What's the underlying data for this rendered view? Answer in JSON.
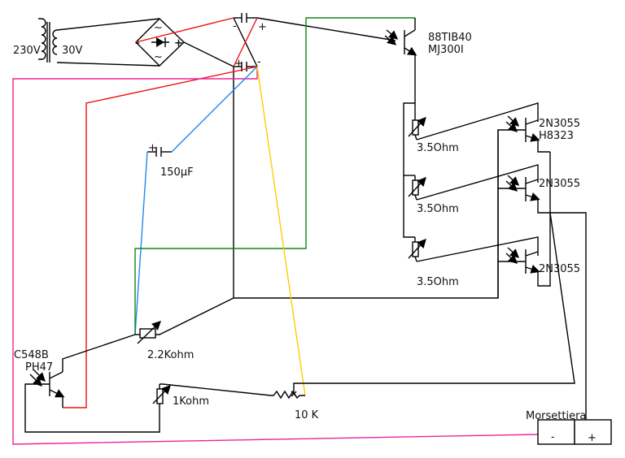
{
  "diagram": {
    "type": "electronic-schematic",
    "colors": {
      "wire": "#000000",
      "red_wire": "#ee1111",
      "green_wire": "#118811",
      "blue_wire": "#2288ee",
      "pink_wire": "#ee2299",
      "yellow_wire": "#ffcc00"
    },
    "transformer": {
      "primary_label": "230V",
      "secondary_label": "30V"
    },
    "bridge_rectifier": {
      "minus_label": "-",
      "plus_label": "+",
      "ac_symbol": "~"
    },
    "capacitors": {
      "top": {
        "minus": "-",
        "plus": "+"
      },
      "middle": {
        "minus": "-",
        "plus": "+"
      },
      "small": {
        "label": "150µF",
        "plus": "+"
      }
    },
    "driver_transistor": {
      "label_line1": "88TIB40",
      "label_line2": "MJ300I"
    },
    "power_transistors": [
      {
        "label_line1": "2N3055",
        "label_line2": "H8323"
      },
      {
        "label_line1": "2N3055",
        "label_line2": ""
      },
      {
        "label_line1": "2N3055",
        "label_line2": ""
      }
    ],
    "emitter_resistors": [
      {
        "label": "3.5Ohm"
      },
      {
        "label": "3.5Ohm"
      },
      {
        "label": "3.5Ohm"
      }
    ],
    "small_transistor": {
      "label_line1": "C548B",
      "label_line2": "PH47"
    },
    "resistors": {
      "r22k": {
        "label": "2.2Kohm"
      },
      "r1k": {
        "label": "1Kohm"
      },
      "r10k": {
        "label": "10 K"
      }
    },
    "terminal_block": {
      "label": "Morsettiera",
      "minus": "-",
      "plus": "+"
    }
  }
}
